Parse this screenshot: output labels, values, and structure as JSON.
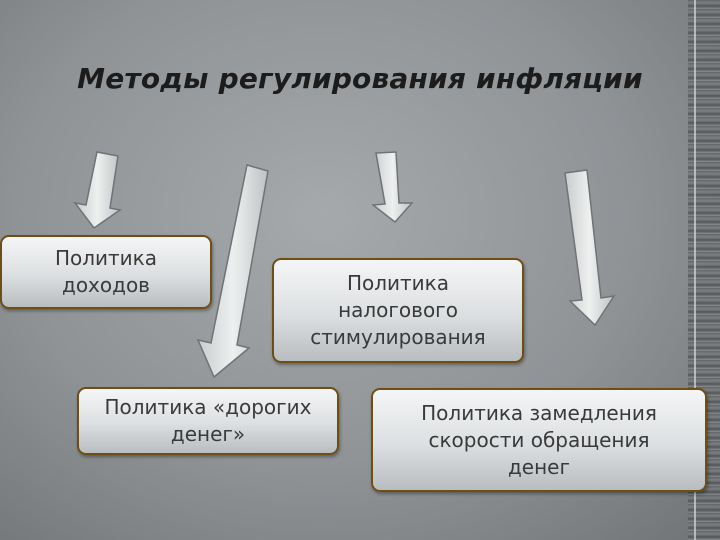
{
  "title": "Методы регулирования инфляции",
  "boxes": {
    "income": [
      "Политика",
      "доходов"
    ],
    "tax": [
      "Политика",
      "налогового",
      "стимулирования"
    ],
    "dear_money": [
      "Политика «дорогих",
      "денег»"
    ],
    "velocity": [
      "Политика замедления",
      "скорости обращения",
      "денег"
    ]
  },
  "colors": {
    "box_border": "#6f4e14",
    "arrow_fill": "#d9dcdd",
    "arrow_stroke": "#6f7375"
  }
}
